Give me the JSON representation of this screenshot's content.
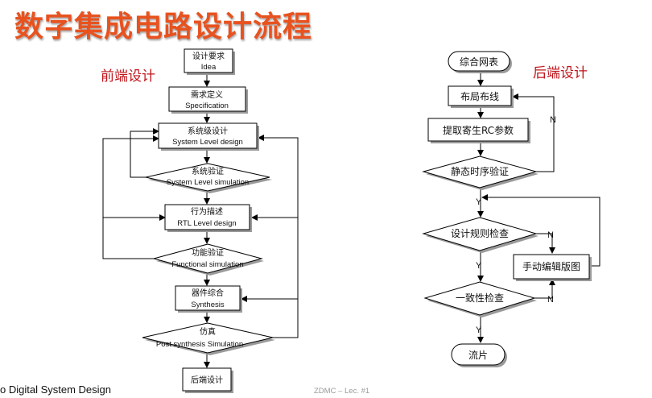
{
  "title": "数字集成电路设计流程",
  "front_end_label": "前端设计",
  "back_end_label": "后端设计",
  "front": {
    "req": {
      "cn": "设计要求",
      "en": "Idea"
    },
    "spec": {
      "cn": "需求定义",
      "en": "Specification"
    },
    "sys": {
      "cn": "系统级设计",
      "en": "System Level design"
    },
    "sysver": {
      "cn": "系统验证",
      "en": "System Level simulation"
    },
    "rtl": {
      "cn": "行为描述",
      "en": "RTL Level design"
    },
    "func": {
      "cn": "功能验证",
      "en": "Functional simulation"
    },
    "synth": {
      "cn": "器件综合",
      "en": "Synthesis"
    },
    "post": {
      "cn": "仿真",
      "en": "Post synthesis Simulation"
    },
    "backend": {
      "cn": "后端设计"
    }
  },
  "back": {
    "netlist": "综合网表",
    "place": "布局布线",
    "extract": "提取寄生RC参数",
    "sta": "静态时序验证",
    "drc": "设计规则检查",
    "manual": "手动编辑版图",
    "lvs": "一致性检查",
    "tapeout": "流片",
    "no": "N",
    "yes": "Y"
  },
  "footer": {
    "left": "o Digital System Design",
    "mid": "ZDMC – Lec. #1"
  }
}
